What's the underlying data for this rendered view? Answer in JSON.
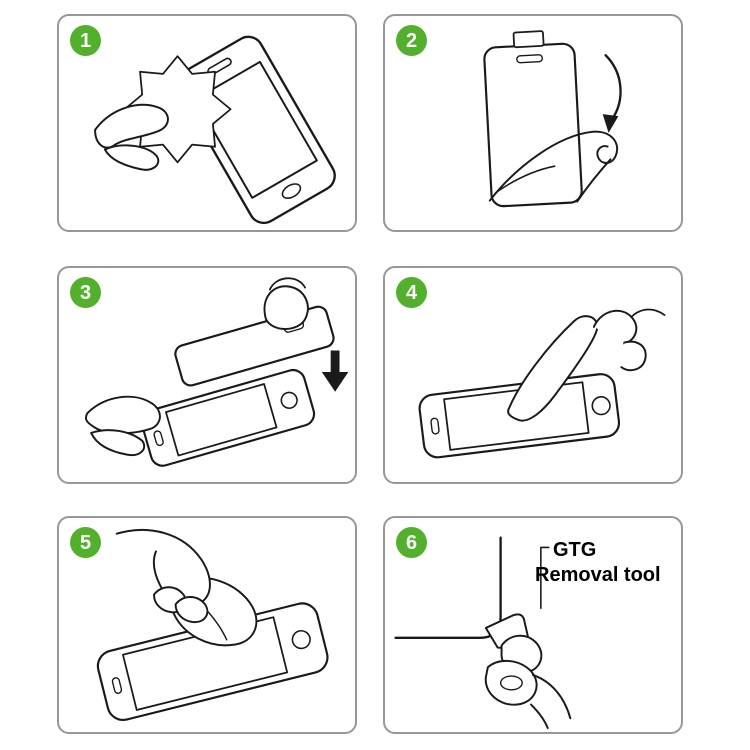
{
  "title": "Tempered glass screen protector installation instructions",
  "colors": {
    "badge": "#53b02c",
    "panel_border": "#979797",
    "ink": "#1a1a1a",
    "background": "#ffffff"
  },
  "steps": [
    {
      "number": "1",
      "name": "clean-screen-with-cloth"
    },
    {
      "number": "2",
      "name": "peel-protective-film"
    },
    {
      "number": "3",
      "name": "align-glass-over-screen"
    },
    {
      "number": "4",
      "name": "press-center-to-adhere"
    },
    {
      "number": "5",
      "name": "smooth-out-air-bubbles"
    },
    {
      "number": "6",
      "name": "use-removal-tool",
      "label_line1": "GTG",
      "label_line2": "Removal tool"
    }
  ]
}
